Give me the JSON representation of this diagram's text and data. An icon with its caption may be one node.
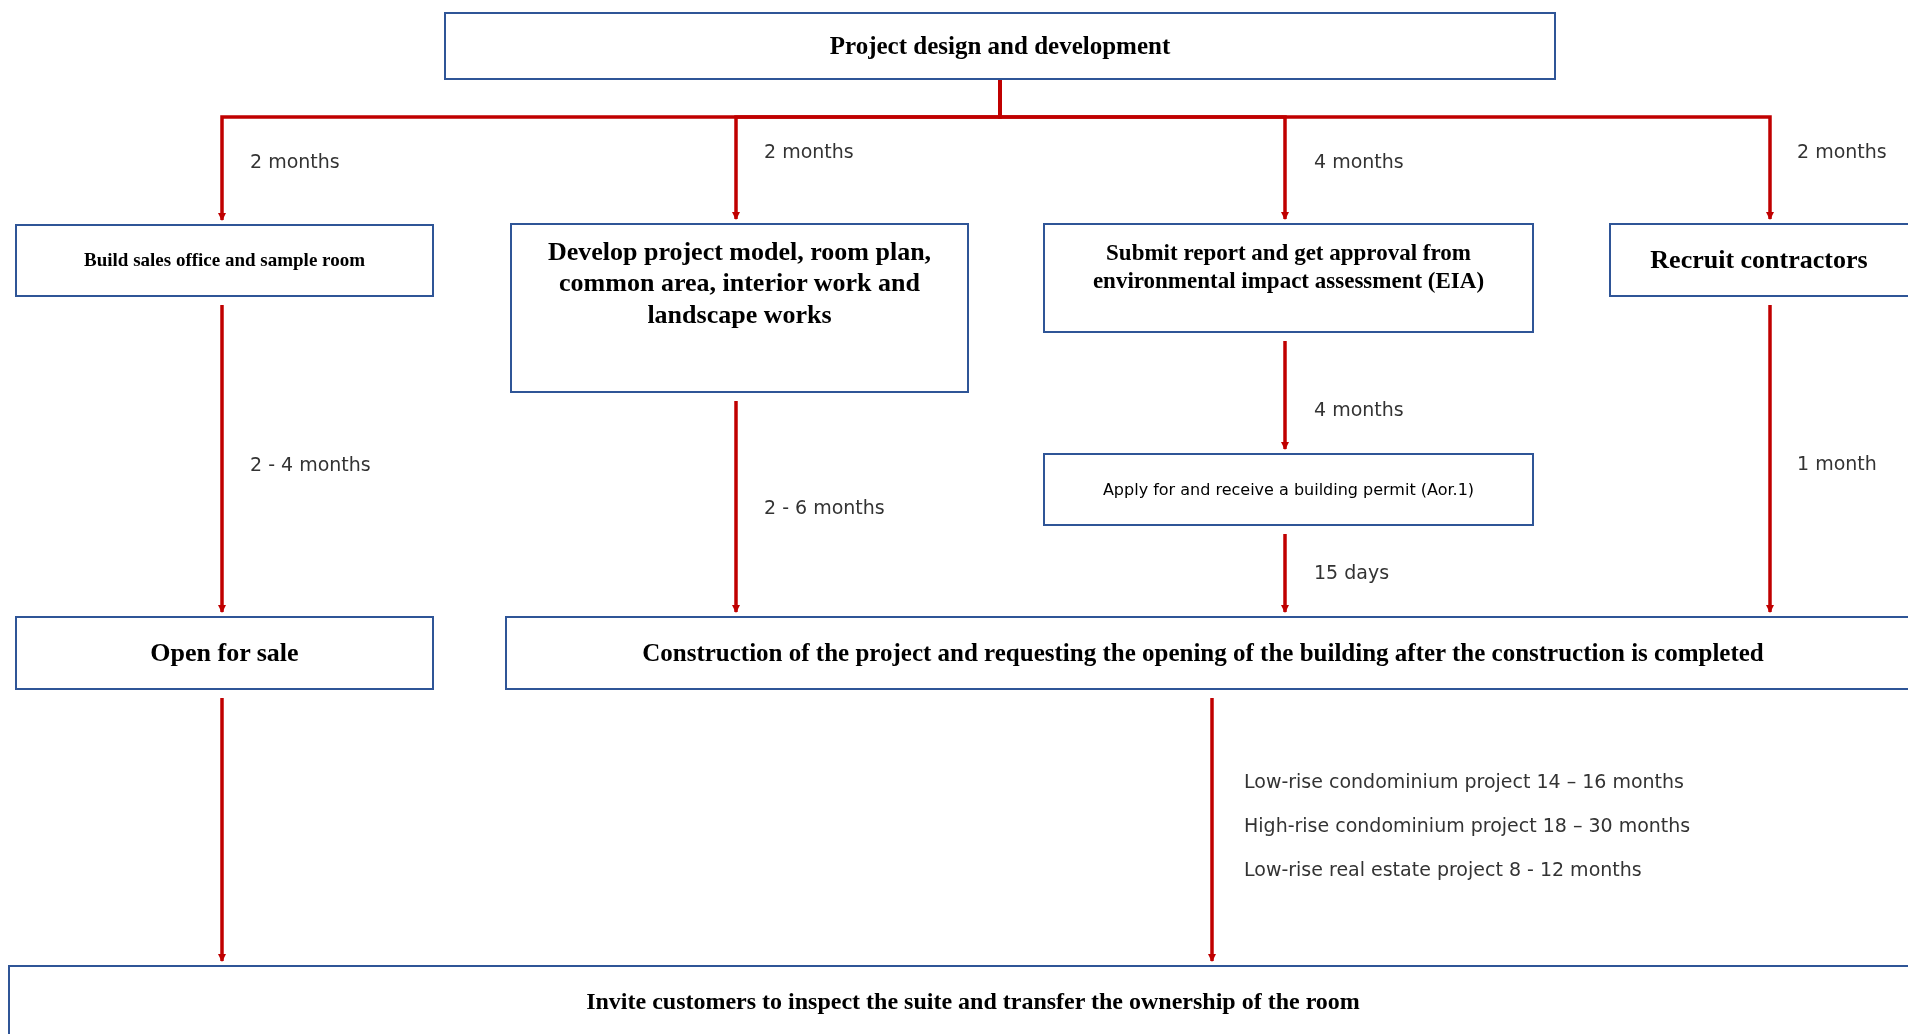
{
  "diagram": {
    "nodes": [
      {
        "text": [
          "Project design and development"
        ]
      },
      {
        "text": [
          "Build sales office and sample room"
        ]
      },
      {
        "text": [
          "Develop project model, room plan, common area, interior work and landscape works"
        ]
      },
      {
        "text": [
          "Submit report and get approval from environmental impact assessment (EIA)"
        ]
      },
      {
        "text": [
          "Recruit contractors"
        ]
      },
      {
        "text": [
          "Apply for and receive a building permit (Aor.1)"
        ]
      },
      {
        "text": [
          "Open for sale"
        ]
      },
      {
        "text": [
          "Construction of the project and requesting the opening of the building after the construction is completed"
        ]
      },
      {
        "text": [
          "Invite customers to inspect the suite and transfer the ownership of the room"
        ]
      }
    ],
    "edges": [
      {
        "from": 0,
        "to": 1,
        "arrow": "to",
        "label": "2 months"
      },
      {
        "from": 0,
        "to": 2,
        "arrow": "to",
        "label": "2 months"
      },
      {
        "from": 0,
        "to": 3,
        "arrow": "to",
        "label": "4 months"
      },
      {
        "from": 0,
        "to": 4,
        "arrow": "to",
        "label": "2 months"
      },
      {
        "from": 1,
        "to": 6,
        "arrow": "to",
        "label": "2 - 4 months"
      },
      {
        "from": 2,
        "to": 7,
        "arrow": "to",
        "label": "2 - 6 months"
      },
      {
        "from": 3,
        "to": 5,
        "arrow": "to",
        "label": "4 months"
      },
      {
        "from": 5,
        "to": 7,
        "arrow": "to",
        "label": "15 days"
      },
      {
        "from": 4,
        "to": 7,
        "arrow": "to",
        "label": "1 month"
      },
      {
        "from": 6,
        "to": 8,
        "arrow": "to"
      },
      {
        "from": 7,
        "to": 8,
        "arrow": "to"
      }
    ],
    "labels": [
      "Low-rise condominium project 14 – 16 months",
      "High-rise condominium project 18 – 30 months",
      "Low-rise real estate project 8 - 12 months"
    ]
  }
}
